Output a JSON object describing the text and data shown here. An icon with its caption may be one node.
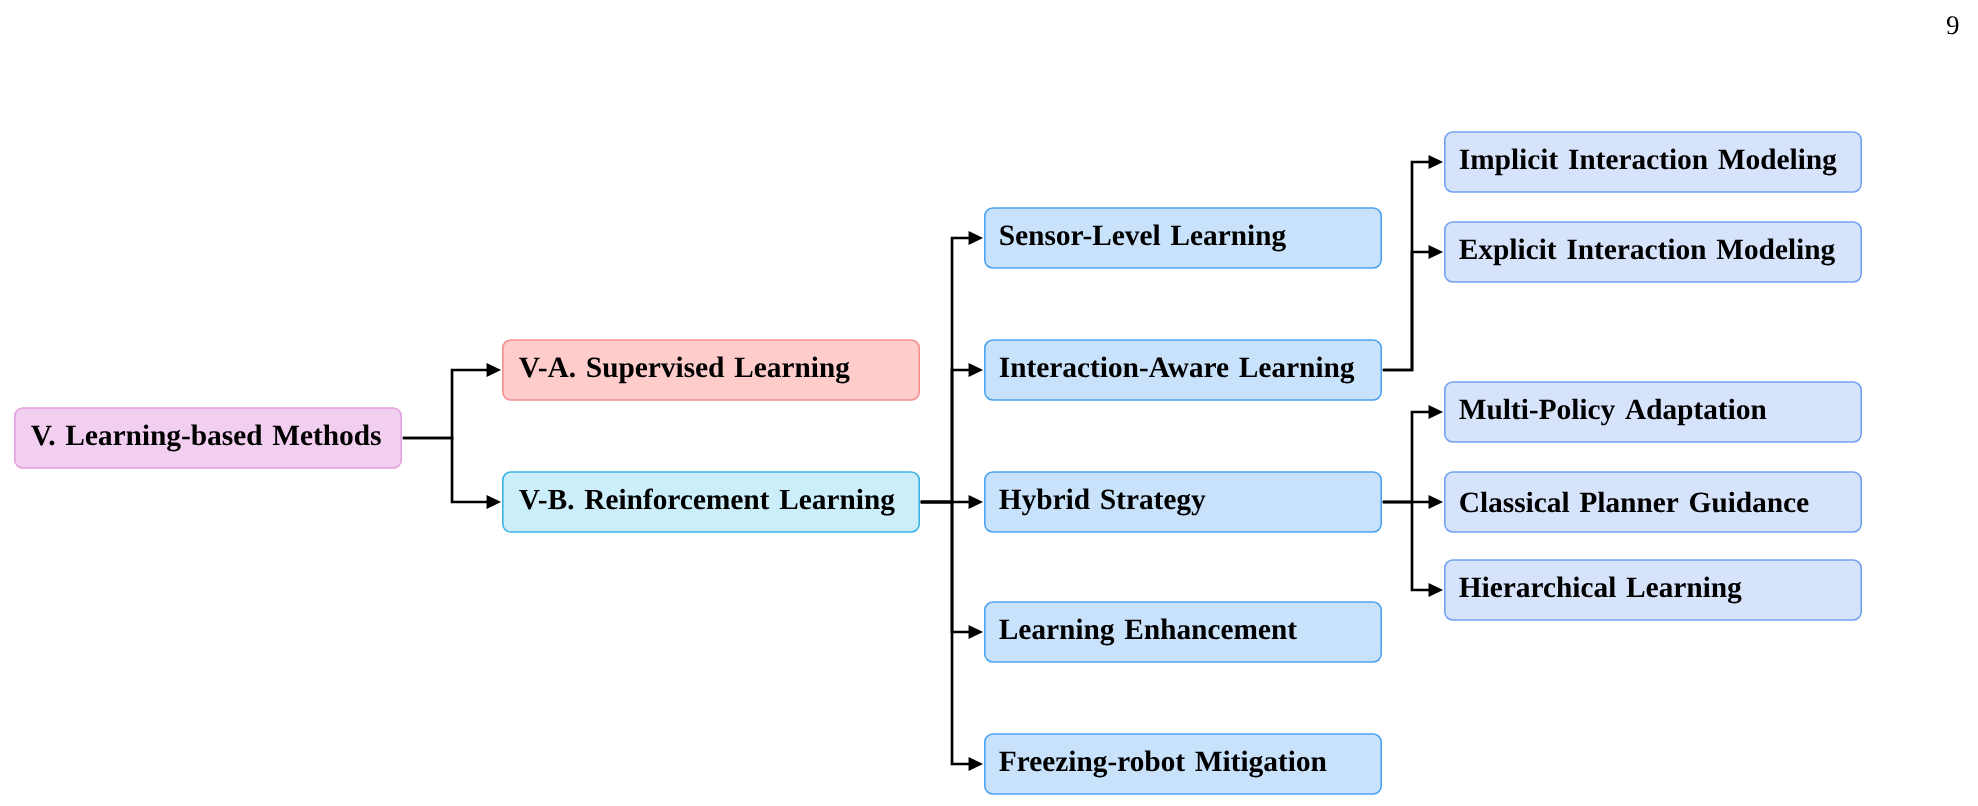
{
  "diagram": {
    "nodes": [
      {
        "text": [
          "V. Learning-based Methods"
        ]
      },
      {
        "text": [
          "V-A. Supervised Learning"
        ]
      },
      {
        "text": [
          "V-B. Reinforcement Learning"
        ]
      },
      {
        "text": [
          "Sensor-Level Learning"
        ]
      },
      {
        "text": [
          "Interaction-Aware Learning"
        ]
      },
      {
        "text": [
          "Hybrid Strategy"
        ]
      },
      {
        "text": [
          "Learning Enhancement"
        ]
      },
      {
        "text": [
          "Freezing-robot Mitigation"
        ]
      },
      {
        "text": [
          "Implicit Interaction Modeling"
        ]
      },
      {
        "text": [
          "Explicit Interaction Modeling"
        ]
      },
      {
        "text": [
          "Multi-Policy Adaptation"
        ]
      },
      {
        "text": [
          "Classical Planner Guidance"
        ]
      },
      {
        "text": [
          "Hierarchical Learning"
        ]
      }
    ],
    "edges": [
      {
        "from": 0,
        "to": 1,
        "arrow": "to"
      },
      {
        "from": 0,
        "to": 2,
        "arrow": "to"
      },
      {
        "from": 2,
        "to": 3,
        "arrow": "to"
      },
      {
        "from": 2,
        "to": 4,
        "arrow": "to"
      },
      {
        "from": 2,
        "to": 5,
        "arrow": "to"
      },
      {
        "from": 2,
        "to": 6,
        "arrow": "to"
      },
      {
        "from": 2,
        "to": 7,
        "arrow": "to"
      },
      {
        "from": 4,
        "to": 8,
        "arrow": "to"
      },
      {
        "from": 4,
        "to": 9,
        "arrow": "to"
      },
      {
        "from": 5,
        "to": 10,
        "arrow": "to"
      },
      {
        "from": 5,
        "to": 11,
        "arrow": "to"
      },
      {
        "from": 5,
        "to": 12,
        "arrow": "to"
      }
    ],
    "labels": [
      "9"
    ]
  }
}
